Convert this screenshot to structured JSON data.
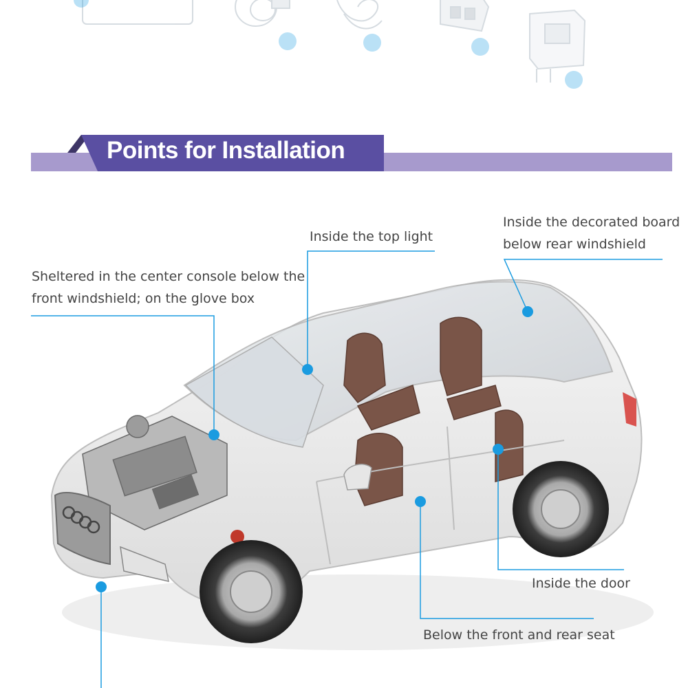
{
  "section": {
    "title": "Points for Installation"
  },
  "callouts": {
    "glove_box": {
      "line1": "Sheltered in the center console below the",
      "line2": "front windshield; on the glove box"
    },
    "top_light": {
      "text": "Inside the top light"
    },
    "rear_board": {
      "line1": "Inside the decorated board",
      "line2": "below rear windshield"
    },
    "door": {
      "text": "Inside the door"
    },
    "seat": {
      "text": "Below the front and rear seat"
    }
  },
  "colors": {
    "banner_dark": "#5a4fa2",
    "banner_light": "#a79acd",
    "leader_blue": "#1a9be0",
    "text": "#444444"
  }
}
